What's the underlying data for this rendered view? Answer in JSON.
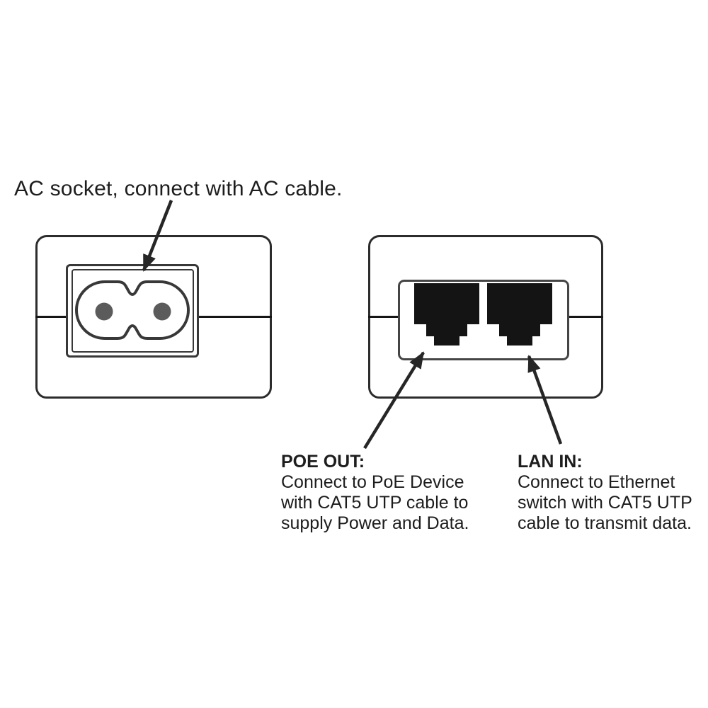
{
  "figure": {
    "type": "product-annotation-diagram",
    "subject": "PoE injector panels"
  },
  "annotations": {
    "ac": {
      "label": "AC socket, connect with AC cable."
    },
    "poe": {
      "title": "POE OUT:",
      "lines": [
        "Connect to PoE Device",
        "with CAT5 UTP cable to",
        "supply Power and Data."
      ]
    },
    "lan": {
      "title": "LAN IN:",
      "lines": [
        "Connect to Ethernet",
        "switch with CAT5 UTP",
        "cable to transmit data."
      ]
    }
  },
  "colors": {
    "ink": "#1d1d1d",
    "line": "#262626",
    "device_outline": "#2c2c2c",
    "plate_outline": "#383838",
    "port_fill": "#141414",
    "pin_fill": "#5b5b5b",
    "background": "#ffffff"
  }
}
